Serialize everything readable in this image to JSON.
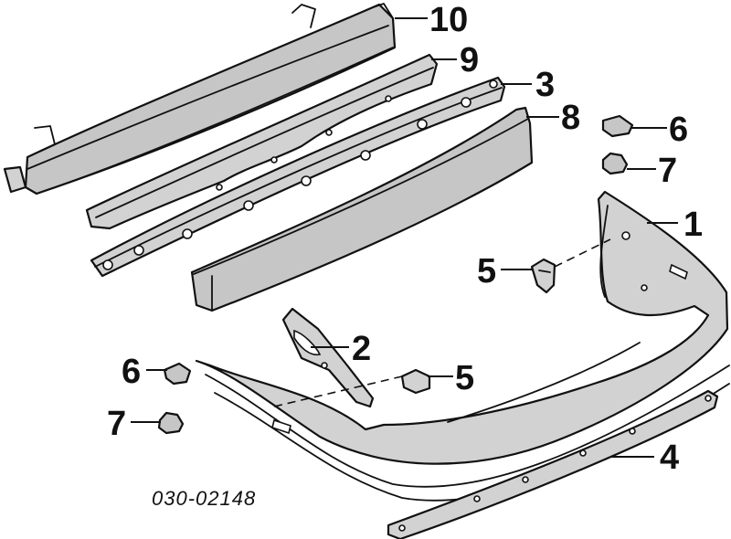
{
  "diagram": {
    "part_numbers": {
      "bumper_cover": "1",
      "left_bracket": "2",
      "upper_retainer": "3",
      "lower_molding": "4",
      "clip_center": "5",
      "clip_right": "5",
      "grommet_left": "6",
      "grommet_right": "6",
      "nut_left": "7",
      "nut_right": "7",
      "energy_absorber": "8",
      "reinforcement_strip": "9",
      "impact_bar": "10"
    },
    "drawing_code": "030-02148"
  }
}
